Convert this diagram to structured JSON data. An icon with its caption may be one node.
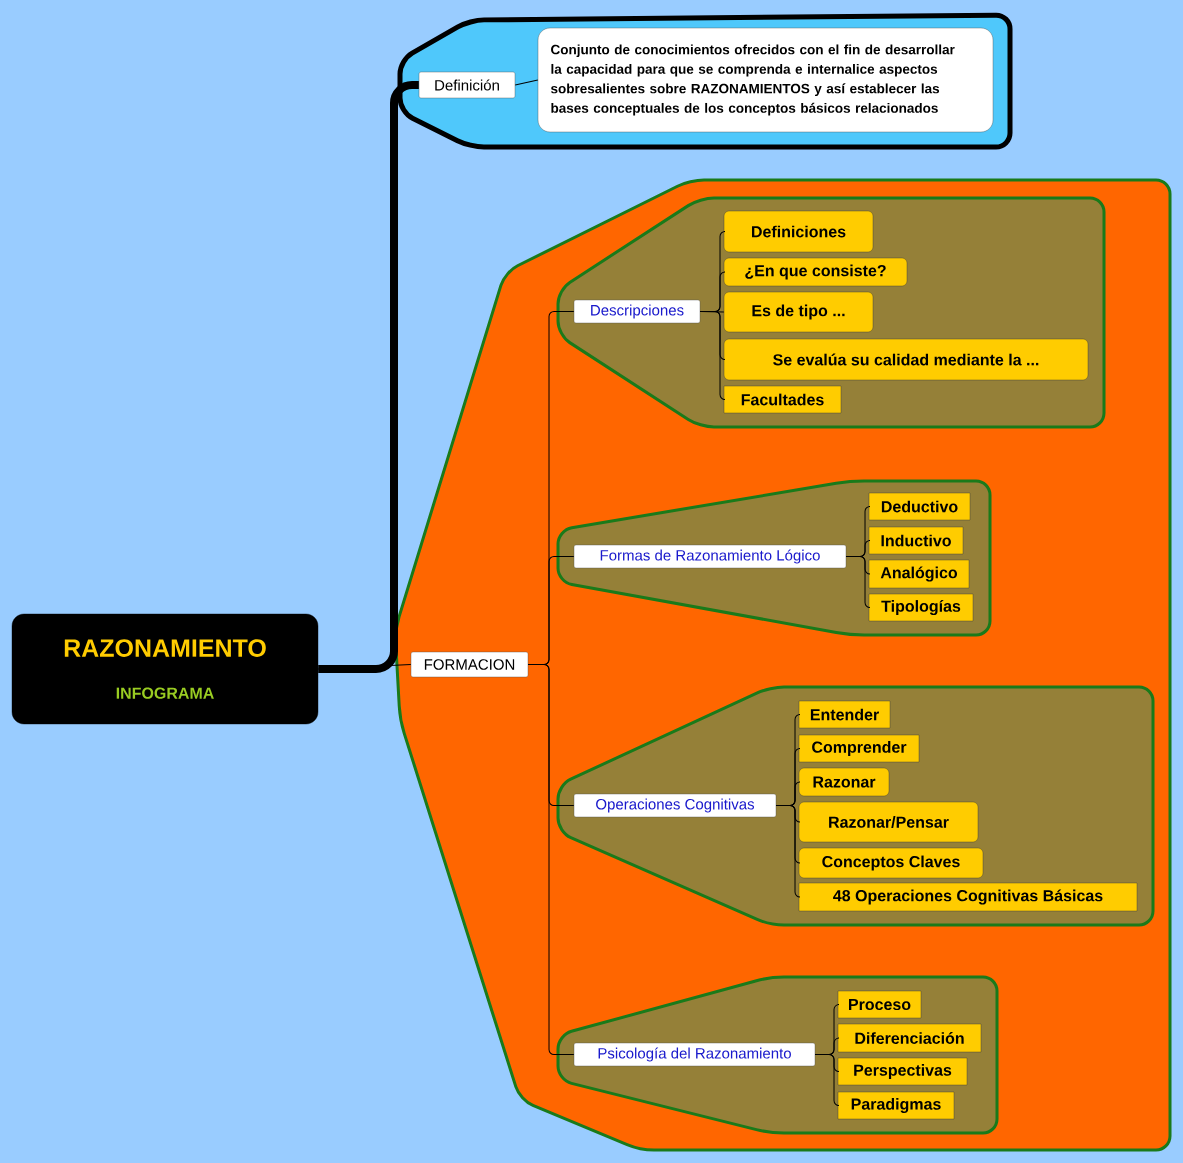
{
  "diagram": {
    "nodes": [
      {
        "text": [
          "RAZONAMIENTO",
          "INFOGRAMA"
        ]
      },
      {
        "text": [
          "Definición"
        ]
      },
      {
        "text": [
          "Conjunto de conocimientos ofrecidos con el fin de desarrollar la capacidad para que se comprenda e internalice aspectos sobresalientes sobre RAZONAMIENTOS y así establecer las bases conceptuales de los conceptos básicos relacionados"
        ]
      },
      {
        "text": [
          "FORMACION"
        ]
      },
      {
        "text": [
          "Descripciones"
        ]
      },
      {
        "text": [
          "Definiciones"
        ]
      },
      {
        "text": [
          "¿En que consiste?"
        ]
      },
      {
        "text": [
          "Es de tipo ..."
        ]
      },
      {
        "text": [
          "Se evalúa su calidad mediante la ..."
        ]
      },
      {
        "text": [
          "Facultades"
        ]
      },
      {
        "text": [
          "Formas de Razonamiento Lógico"
        ]
      },
      {
        "text": [
          "Deductivo"
        ]
      },
      {
        "text": [
          "Inductivo"
        ]
      },
      {
        "text": [
          "Analógico"
        ]
      },
      {
        "text": [
          "Tipologías"
        ]
      },
      {
        "text": [
          "Operaciones Cognitivas"
        ]
      },
      {
        "text": [
          "Entender"
        ]
      },
      {
        "text": [
          "Comprender"
        ]
      },
      {
        "text": [
          "Razonar"
        ]
      },
      {
        "text": [
          "Razonar/Pensar"
        ]
      },
      {
        "text": [
          "Conceptos Claves"
        ]
      },
      {
        "text": [
          "48 Operaciones Cognitivas Básicas"
        ]
      },
      {
        "text": [
          "Psicología del Razonamiento"
        ]
      },
      {
        "text": [
          "Proceso"
        ]
      },
      {
        "text": [
          "Diferenciación"
        ]
      },
      {
        "text": [
          "Perspectivas"
        ]
      },
      {
        "text": [
          "Paradigmas"
        ]
      }
    ],
    "edges": [
      {
        "from": 0,
        "to": 1,
        "arrow": "none",
        "style": "thick"
      },
      {
        "from": 1,
        "to": 2,
        "arrow": "none"
      },
      {
        "from": 0,
        "to": 3,
        "arrow": "none"
      },
      {
        "from": 3,
        "to": 4,
        "arrow": "none"
      },
      {
        "from": 4,
        "to": 5,
        "arrow": "none"
      },
      {
        "from": 4,
        "to": 6,
        "arrow": "none"
      },
      {
        "from": 4,
        "to": 7,
        "arrow": "none"
      },
      {
        "from": 4,
        "to": 8,
        "arrow": "none"
      },
      {
        "from": 4,
        "to": 9,
        "arrow": "none"
      },
      {
        "from": 3,
        "to": 10,
        "arrow": "none"
      },
      {
        "from": 10,
        "to": 11,
        "arrow": "none"
      },
      {
        "from": 10,
        "to": 12,
        "arrow": "none"
      },
      {
        "from": 10,
        "to": 13,
        "arrow": "none"
      },
      {
        "from": 10,
        "to": 14,
        "arrow": "none"
      },
      {
        "from": 3,
        "to": 15,
        "arrow": "none"
      },
      {
        "from": 15,
        "to": 16,
        "arrow": "none"
      },
      {
        "from": 15,
        "to": 17,
        "arrow": "none"
      },
      {
        "from": 15,
        "to": 18,
        "arrow": "none"
      },
      {
        "from": 15,
        "to": 19,
        "arrow": "none"
      },
      {
        "from": 15,
        "to": 20,
        "arrow": "none"
      },
      {
        "from": 15,
        "to": 21,
        "arrow": "none"
      },
      {
        "from": 3,
        "to": 22,
        "arrow": "none"
      },
      {
        "from": 22,
        "to": 23,
        "arrow": "none"
      },
      {
        "from": 22,
        "to": 24,
        "arrow": "none"
      },
      {
        "from": 22,
        "to": 25,
        "arrow": "none"
      },
      {
        "from": 22,
        "to": 26,
        "arrow": "none"
      }
    ]
  }
}
